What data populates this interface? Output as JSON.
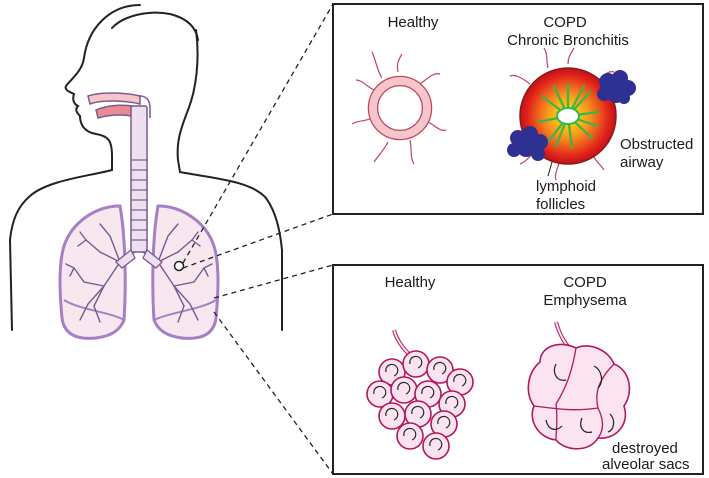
{
  "panel_bronchitis": {
    "healthy_label": "Healthy",
    "copd_label": "COPD",
    "copd_sublabel": "Chronic Bronchitis",
    "obstructed_line1": "Obstructed",
    "obstructed_line2": "airway",
    "lymphoid_line1": "lymphoid",
    "lymphoid_line2": "follicles"
  },
  "panel_emphysema": {
    "healthy_label": "Healthy",
    "copd_label": "COPD",
    "copd_sublabel": "Emphysema",
    "destroyed_line1": "destroyed",
    "destroyed_line2": "alveolar sacs"
  },
  "colors": {
    "airway_pink": "#f4c6cc",
    "airway_stroke": "#c0455a",
    "lung_purple": "#a77fc4",
    "lung_fill": "#f7e7ee",
    "inflamed_red": "#e2231a",
    "inflamed_orange": "#f7941d",
    "inflamed_yellow": "#fff200",
    "lumen_green": "#39b54a",
    "follicle_blue": "#2e3192",
    "alveoli_stroke": "#b2185f",
    "alveoli_fill": "#fbe3ef"
  }
}
